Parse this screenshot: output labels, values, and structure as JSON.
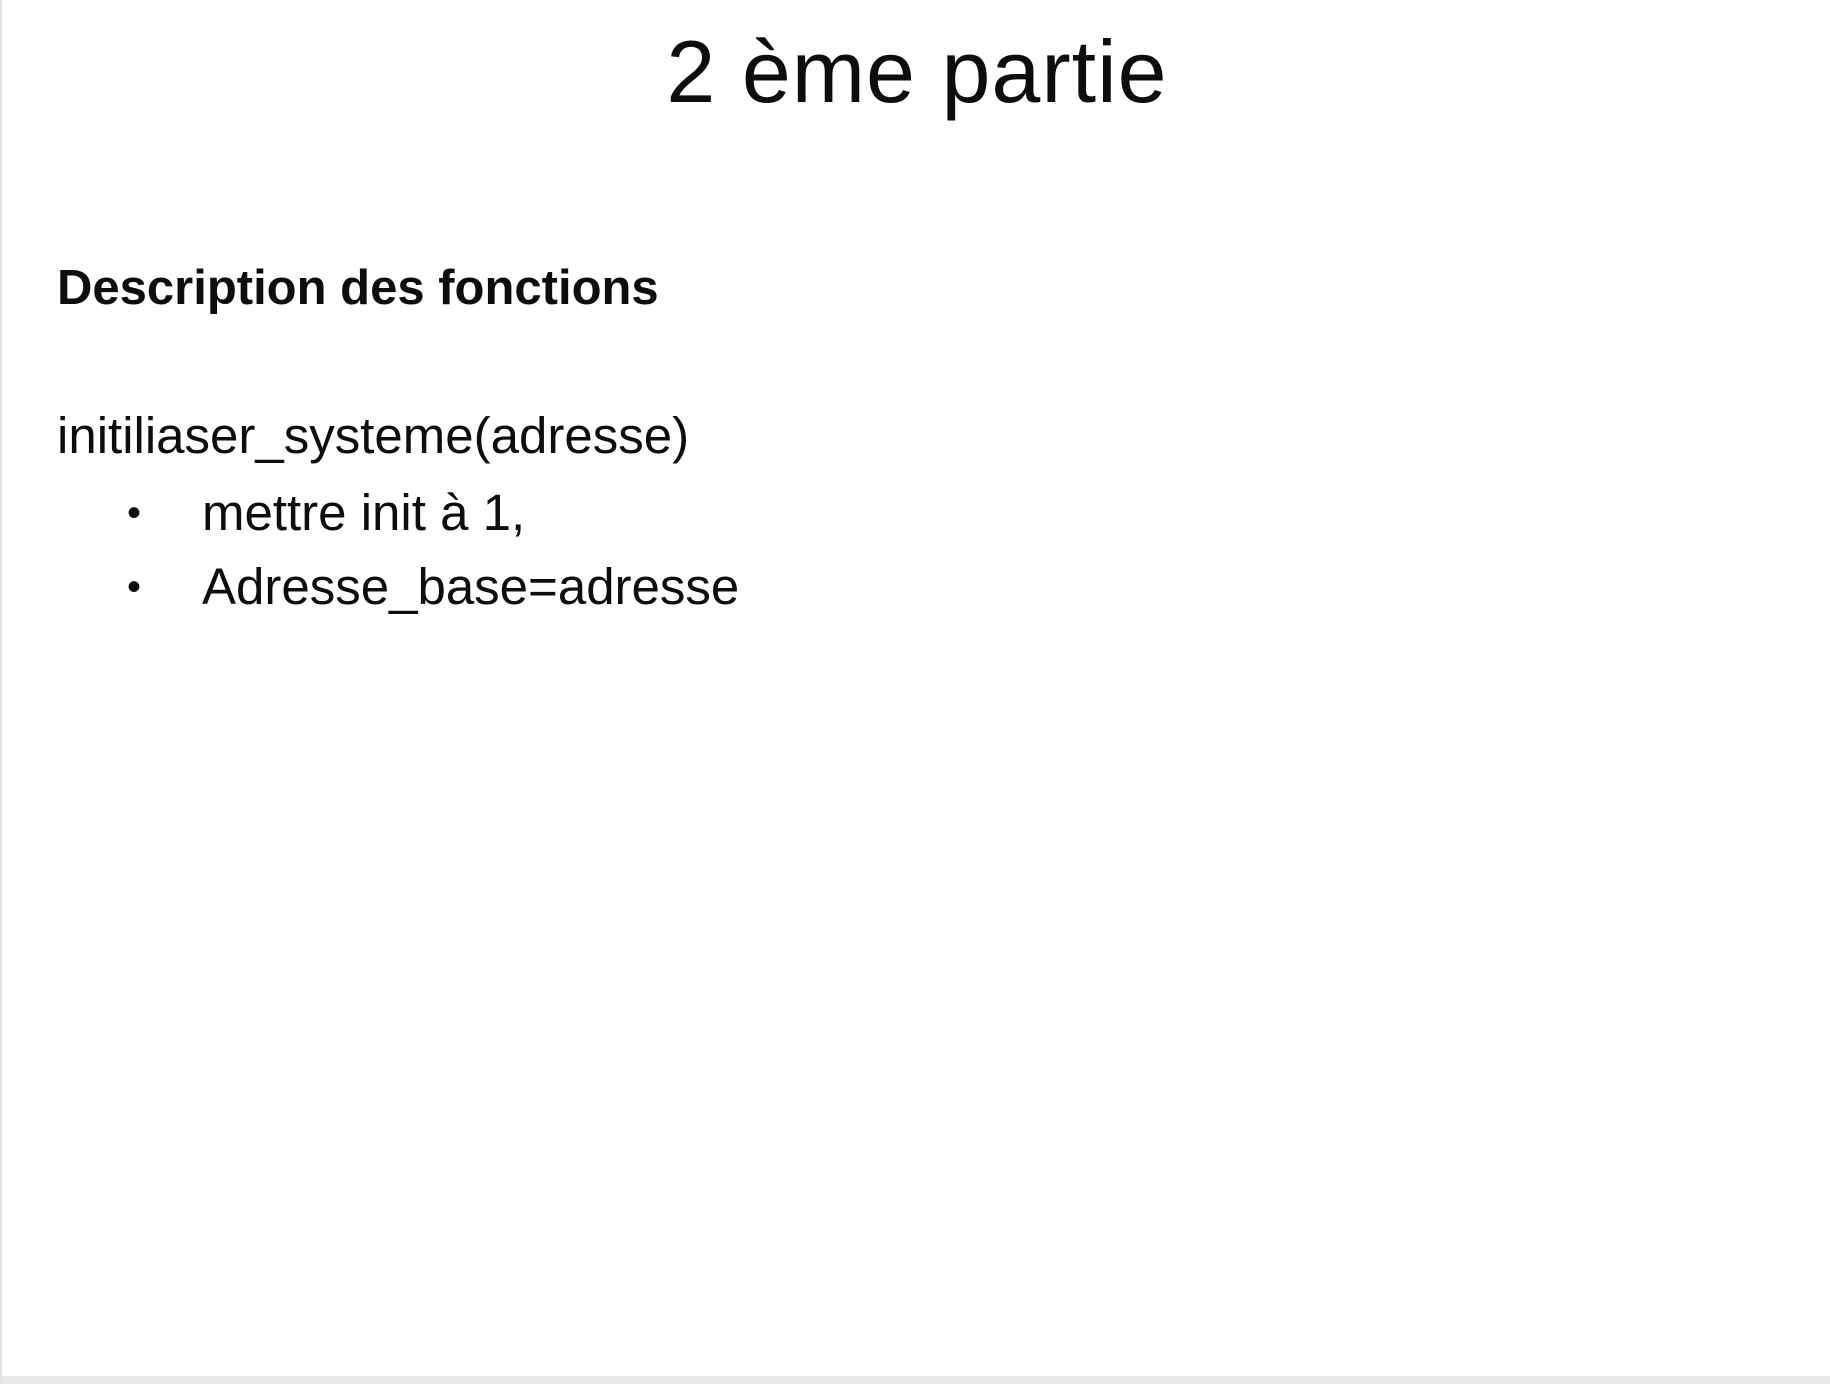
{
  "slide": {
    "title": "2 ème partie",
    "section_heading": "Description des fonctions",
    "function_name": "initiliaser_systeme(adresse)",
    "bullet_symbol": "•",
    "bullets": [
      "mettre init à 1,",
      "Adresse_base=adresse"
    ]
  }
}
